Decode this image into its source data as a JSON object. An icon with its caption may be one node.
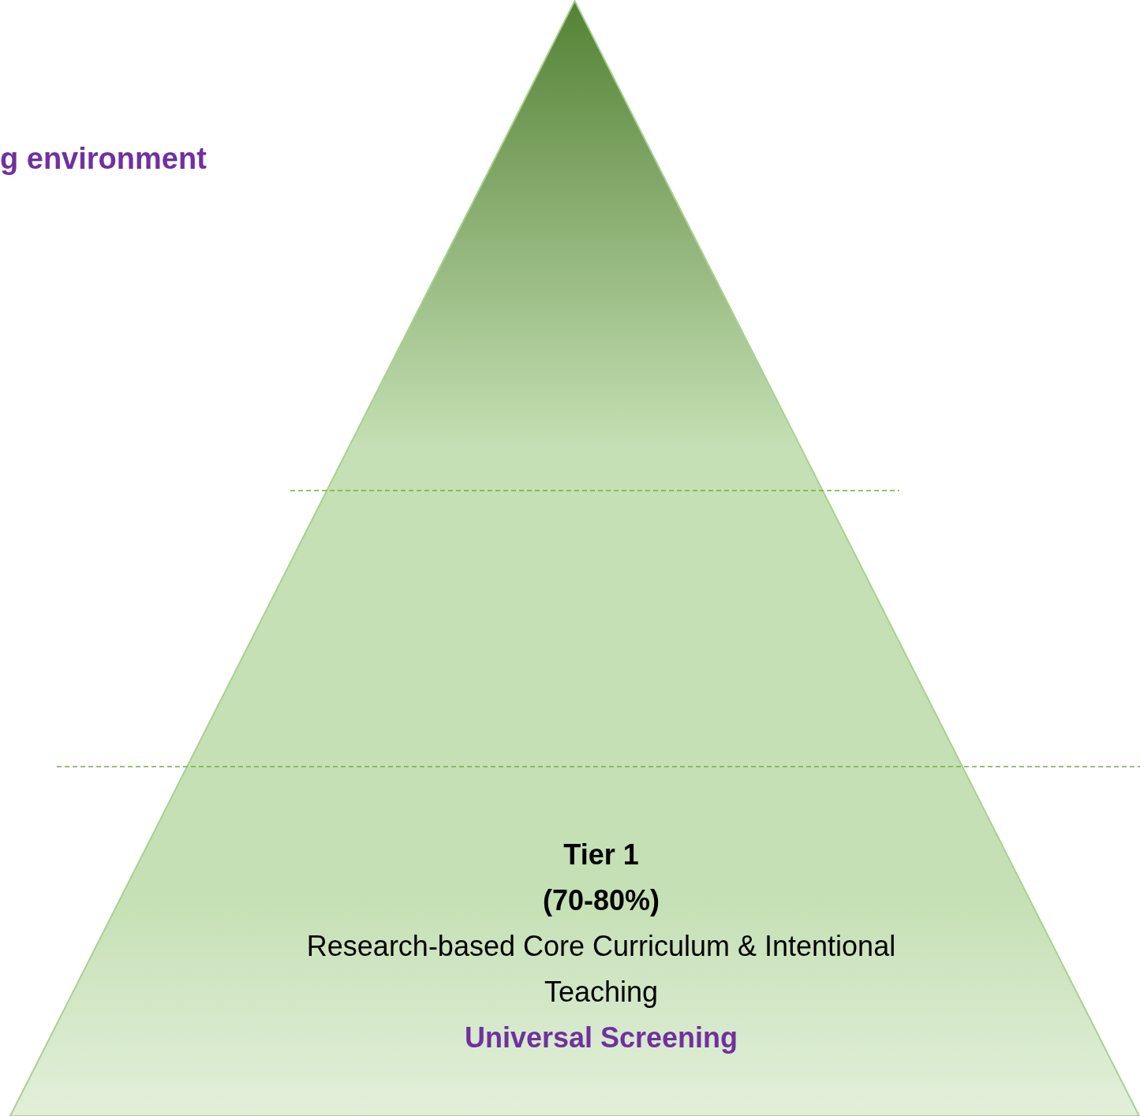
{
  "diagram": {
    "nodes": [
      {
        "text": [
          "Tier 1",
          "(70-80%)",
          "Research-based Core Curriculum & Intentional Teaching",
          "Universal Screening"
        ]
      }
    ],
    "labels": [
      "g environment"
    ]
  }
}
